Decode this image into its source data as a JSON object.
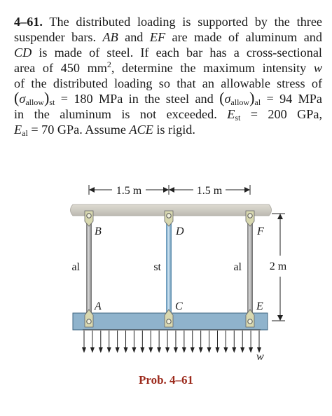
{
  "problem": {
    "number": "4–61.",
    "line1_rest": "The distributed loading is supported by the three",
    "line2a": "suspender bars. ",
    "AB": "AB",
    "line2b": " and ",
    "EF": "EF",
    "line2c": " are made of aluminum and",
    "CD": "CD",
    "line3": " is made of steel. If each bar has a cross-sectional",
    "line4a": "area of 450 mm",
    "sq": "2",
    "line4b": ", determine the maximum intensity ",
    "w": "w",
    "line5": "of the distributed loading so that an allowable stress of",
    "sigma": "σ",
    "allow": "allow",
    "st": "st",
    "eq180": " = 180 MPa in the steel and ",
    "al": "al",
    "eq94": " = 94 MPa",
    "line7a": "in  the  aluminum  is  not  exceeded.  ",
    "E": "E",
    "eq200": " = 200 GPa,",
    "eq70": " = 70 GPa",
    "line8b": ". Assume ",
    "ACE": "ACE",
    "line8c": " is rigid."
  },
  "figure": {
    "dim_left": "1.5 m",
    "dim_right": "1.5 m",
    "dim_height": "2 m",
    "labels": {
      "B": "B",
      "D": "D",
      "F": "F",
      "A": "A",
      "C": "C",
      "E": "E",
      "left_bar": "al",
      "middle_bar": "st",
      "right_bar": "al",
      "load": "w"
    },
    "colors": {
      "ceiling": "#c9c9c3",
      "beam": "#8fb3cc",
      "aluminum_bar": "#a9a9a9",
      "steel_bar": "#9fc4de",
      "pin": "#d8d8b0"
    }
  },
  "caption": "Prob. 4–61"
}
